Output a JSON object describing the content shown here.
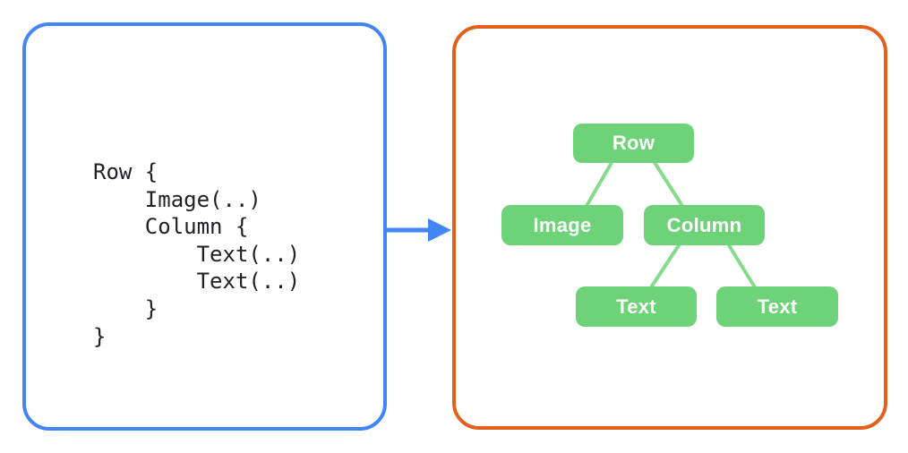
{
  "theme": {
    "background": "#FFFFFF",
    "blue": "#4285F4",
    "orange": "#E3601C",
    "green": "#6ED378",
    "edge_green": "#84DC8A",
    "node_text": "#FFFFFF",
    "code_text": "#202124"
  },
  "left_panel": {
    "code_lines": [
      "Row {",
      "    Image(..)",
      "    Column {",
      "        Text(..)",
      "        Text(..)",
      "    }",
      "}"
    ]
  },
  "arrow": {
    "direction": "right"
  },
  "right_panel": {
    "tree": {
      "nodes": [
        {
          "id": "row",
          "label": "Row",
          "parent": null
        },
        {
          "id": "image",
          "label": "Image",
          "parent": "row"
        },
        {
          "id": "column",
          "label": "Column",
          "parent": "row"
        },
        {
          "id": "text-1",
          "label": "Text",
          "parent": "column"
        },
        {
          "id": "text-2",
          "label": "Text",
          "parent": "column"
        }
      ],
      "edges": [
        [
          "row",
          "image"
        ],
        [
          "row",
          "column"
        ],
        [
          "column",
          "text-1"
        ],
        [
          "column",
          "text-2"
        ]
      ]
    }
  }
}
